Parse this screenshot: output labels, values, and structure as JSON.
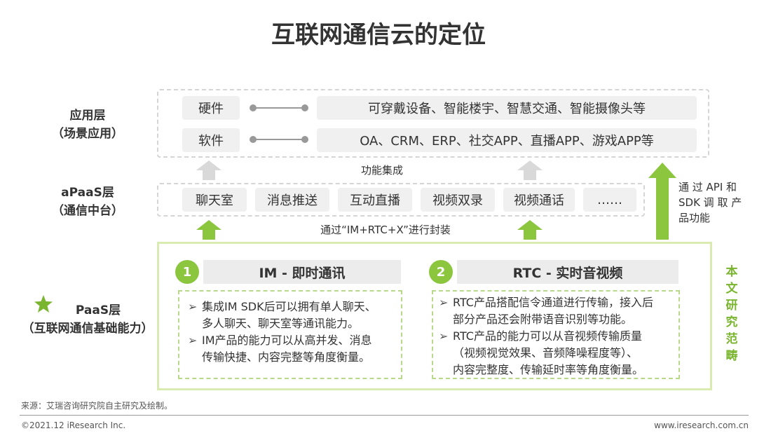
{
  "title": "互联网通信云的定位",
  "layers": {
    "app": {
      "label_1": "应用层",
      "label_2": "（场景应用）"
    },
    "apaas": {
      "label_1": "aPaaS层",
      "label_2": "（通信中台）"
    },
    "paas": {
      "label_1": "PaaS层",
      "label_2": "（互联网通信基础能力）"
    }
  },
  "app_rows": [
    {
      "left": "硬件",
      "right": "可穿戴设备、智能楼宇、智慧交通、智能摄像头等"
    },
    {
      "left": "软件",
      "right": "OA、CRM、ERP、社交APP、直播APP、游戏APP等"
    }
  ],
  "integration_label": "功能集成",
  "apaas_items": [
    "聊天室",
    "消息推送",
    "互动直播",
    "视频双录",
    "视频通话",
    "……"
  ],
  "wrap_label": "通过“IM+RTC+X”进行封装",
  "side_note": [
    "通 过 API 和",
    "SDK 调 取 产",
    "品功能"
  ],
  "im": {
    "num": "1",
    "title": "IM - 即时通讯",
    "bullets": [
      {
        "mark": "➢",
        "line1": "集成IM  SDK后可以拥有单人聊天、",
        "line2": "多人聊天、聊天室等通讯能力。"
      },
      {
        "mark": "➢",
        "line1": "IM产品的能力可以从高并发、消息",
        "line2": "传输快捷、内容完整等角度衡量。"
      }
    ]
  },
  "rtc": {
    "num": "2",
    "title": "RTC - 实时音视频",
    "bullets": [
      {
        "mark": "➢",
        "line1": "RTC产品搭配信令通道进行传输，接入后",
        "line2": "部分产品还会附带语音识别等功能。",
        "line3": ""
      },
      {
        "mark": "➢",
        "line1": "RTC产品的能力可以从音视频传输质量",
        "line2": "（视频视觉效果、音频降噪程度等）、",
        "line3": "内容完整度、传输延时率等角度衡量。"
      }
    ]
  },
  "scope_label": [
    "本",
    "文",
    "研",
    "究",
    "范",
    "畴"
  ],
  "source": "来源：艾瑞咨询研究院自主研究及绘制。",
  "copyright": "©2021.12 iResearch Inc.",
  "website": "www.iresearch.com.cn",
  "colors": {
    "green": "#8cc63f",
    "light_green": "#d9ebb0",
    "gray_box": "#f0f0f0",
    "arrow_gray": "#d9d9d9"
  }
}
